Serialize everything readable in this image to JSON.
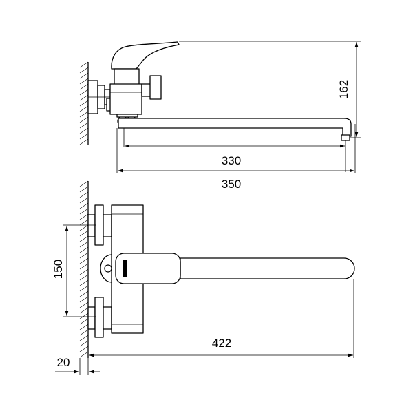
{
  "drawing": {
    "side_view": {
      "height_dimension": "162",
      "spout_dimension": "330",
      "total_dimension": "350"
    },
    "top_view": {
      "eccentric_spacing": "150",
      "reach_dimension": "422",
      "wall_offset": "20"
    }
  }
}
